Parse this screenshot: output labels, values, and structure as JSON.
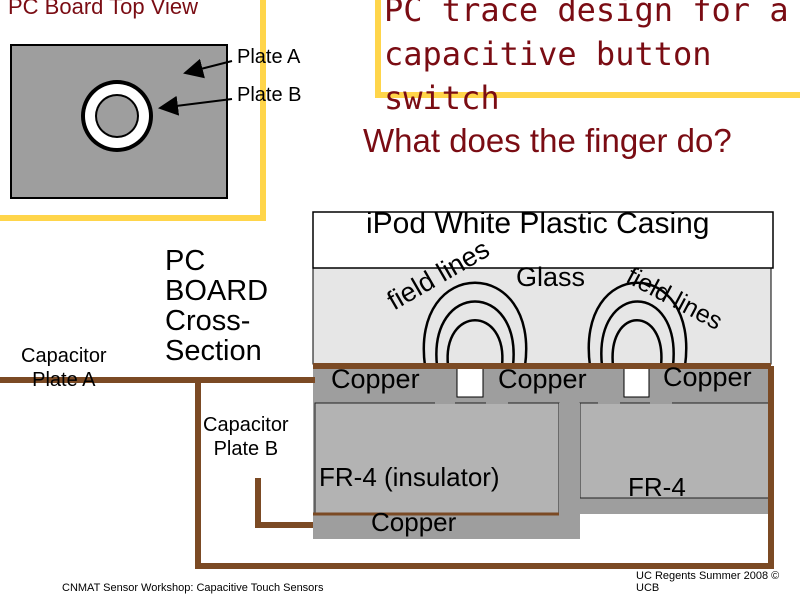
{
  "top_view": {
    "title": "PC Board Top View",
    "plate_a_label": "Plate A",
    "plate_b_label": "Plate B"
  },
  "slide_title": {
    "line1": "PC trace design for a",
    "line2": "capacitive button switch"
  },
  "question": "What does the finger do?",
  "cross_section": {
    "casing_label": "iPod White Plastic Casing",
    "glass_label": "Glass",
    "field_lines_left": "field lines",
    "field_lines_right": "field lines",
    "copper_labels": [
      "Copper",
      "Copper",
      "Copper"
    ],
    "copper_bottom_label": "Copper",
    "fr4_left_label": "FR-4 (insulator)",
    "fr4_right_label": "FR-4",
    "pc_board_label": [
      "PC",
      "BOARD",
      "Cross-",
      "Section"
    ],
    "capacitor_a_label": [
      "Capacitor",
      "Plate A"
    ],
    "capacitor_b_label": [
      "Capacitor",
      "Plate B"
    ]
  },
  "footer": {
    "left": "CNMAT Sensor Workshop: Capacitive Touch Sensors",
    "right": "UC Regents Summer 2008 © UCB"
  },
  "colors": {
    "accent_yellow": "#ffd54a",
    "title_red": "#7a0c13",
    "copper_brown": "#7b4a24",
    "board_gray": "#9e9e9e",
    "glass_gray": "#e6e6e6"
  }
}
